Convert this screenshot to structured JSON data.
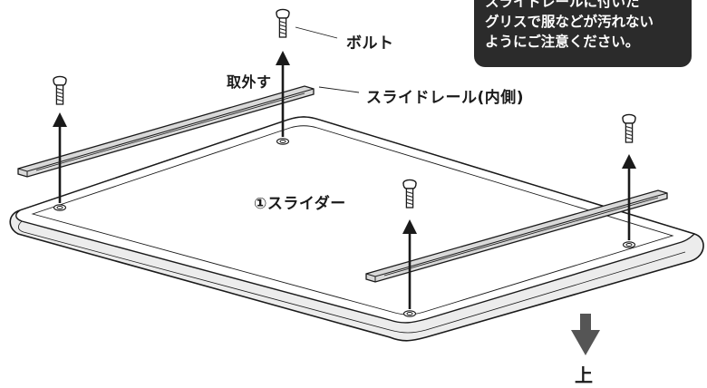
{
  "labels": {
    "bolt": "ボルト",
    "remove": "取外す",
    "slide_rail": "スライドレール(内側)",
    "slider": "①スライダー",
    "up": "上"
  },
  "note": {
    "lines": [
      "スライドレールに付いた",
      "グリスで服などが汚れない",
      "ようにご注意ください。"
    ]
  },
  "colors": {
    "line": "#1a1a1a",
    "arrow_gray": "#555555",
    "note_bg": "#2b2b2b",
    "note_text": "#ffffff"
  }
}
